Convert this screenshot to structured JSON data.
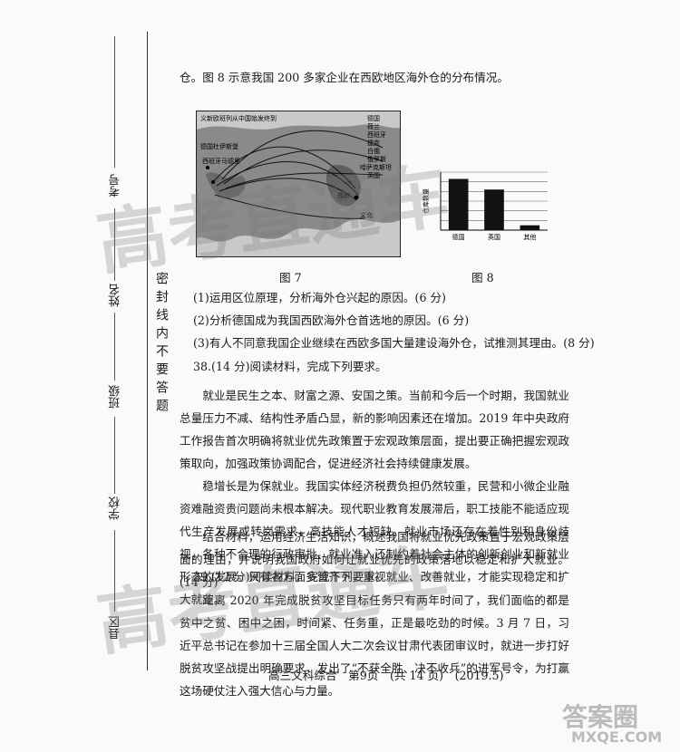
{
  "binding": {
    "fields": [
      "考号",
      "姓名",
      "班级",
      "学校",
      "县区"
    ],
    "notice": "密封线内不要答题"
  },
  "intro": "仓。图 8 示意我国 200 多家企业在西欧地区海外仓的分布情况。",
  "figure7": {
    "caption": "图 7",
    "map_title": "义新欧班列从中国始发终到",
    "legend": [
      "德国",
      "荷兰",
      "西班牙",
      "捷克",
      "白俄",
      "俄罗斯",
      "哈萨克斯坦",
      "英国"
    ],
    "places": [
      "德国杜伊斯堡",
      "西班牙马德里",
      "义乌",
      "郑州"
    ]
  },
  "figure8": {
    "caption": "图 8",
    "ylabel": "仓库数量"
  },
  "chart_data": {
    "type": "bar",
    "categories": [
      "德国",
      "英国",
      "其他"
    ],
    "values": [
      53,
      42,
      5
    ],
    "ylim": [
      0,
      60
    ],
    "grid": true
  },
  "q37": [
    "(1)运用区位原理，分析海外仓兴起的原因。(6 分)",
    "(2)分析德国成为我国西欧海外仓首选地的原因。(6 分)",
    "(3)有人不同意我国企业继续在西欧多国大量建设海外仓，试推测其理由。(8 分)"
  ],
  "q38": {
    "heading": "38.(14 分)阅读材料，完成下列要求。",
    "p1": "就业是民生之本、财富之源、安国之策。当前和今后一个时期，我国就业总量压力不减、结构性矛盾凸显，新的影响因素还在增加。2019 年中央政府工作报告首次明确将就业优先政策置于宏观政策层面，提出要正确把握宏观政策取向，加强政策协调配合，促进经济社会持续健康发展。",
    "p2": "稳增长是为保就业。我国实体经济税费负担仍然较重，民营和小微企业融资难融资贵问题尚未根本解决。现代职业教育发展滞后，职工技能不能适应现代生产发展或转岗需求，高技能人才短缺。就业市场还存在着性别和身份歧视，各种不合理的行政审批、就业准入还制约着社会主体的创新创业和新就业形态的发展。只有各方面多管齐下，重视就业、改善就业，才能实现稳定和扩大就业。",
    "p3": "结合材料，运用经济生活知识，概述我国将就业优先政策置于宏观政策层面的理由，并说明我国政府如何让就业优先的政策落地以稳定和扩大就业。(14 分)"
  },
  "q39": {
    "heading": "39.(12 分)阅读材料，完成下列要求。",
    "p1": "距离 2020 年完成脱贫攻坚目标任务只有两年时间了，我们面临的都是贫中之贫、困中之困，时间紧、任务重，正是最吃劲的时候。3 月 7 日，习近平总书记在参加十三届全国人大二次会议甘肃代表团审议时，就进一步打好脱贫攻坚战提出明确要求，发出了“不获全胜、决不收兵”的进军号令，为打赢这场硬仗注入强大信心与力量。"
  },
  "footer": "高三文科综合　第9页　(共 14 页)　(2019.5)",
  "watermark": [
    "高考直通车",
    "高考直通车"
  ],
  "logo": {
    "text": "答案圈",
    "url": "MXQE.COM"
  }
}
